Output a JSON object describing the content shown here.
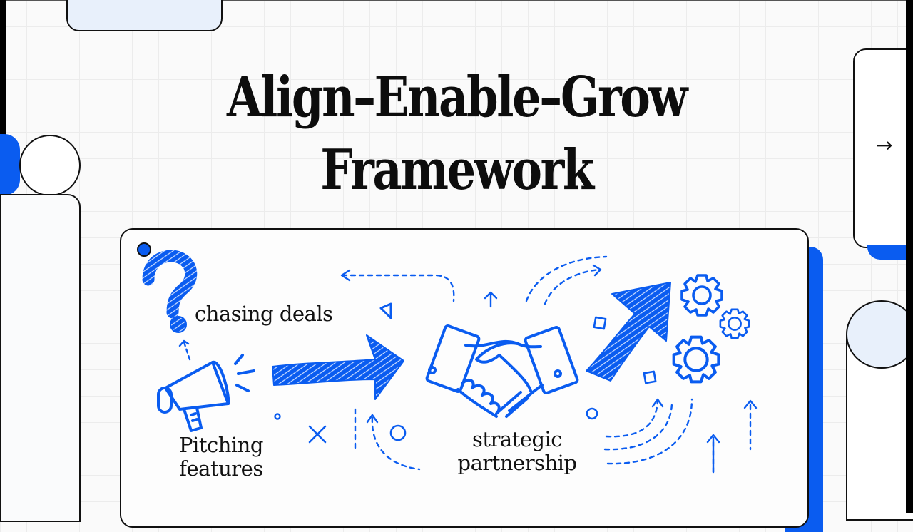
{
  "slide": {
    "title_line1": "Align–Enable–Grow",
    "title_line2": "Framework",
    "next_arrow": "→"
  },
  "diagram": {
    "labels": {
      "chasing": "chasing deals",
      "pitching": "Pitching features",
      "strategic_line1": "strategic",
      "strategic_line2": "partnership"
    },
    "icons": [
      "question-mark",
      "megaphone",
      "right-arrow",
      "handshake",
      "growth-arrow",
      "gears"
    ],
    "accent_color": "#0a5cf0",
    "stroke_color": "#111111"
  }
}
